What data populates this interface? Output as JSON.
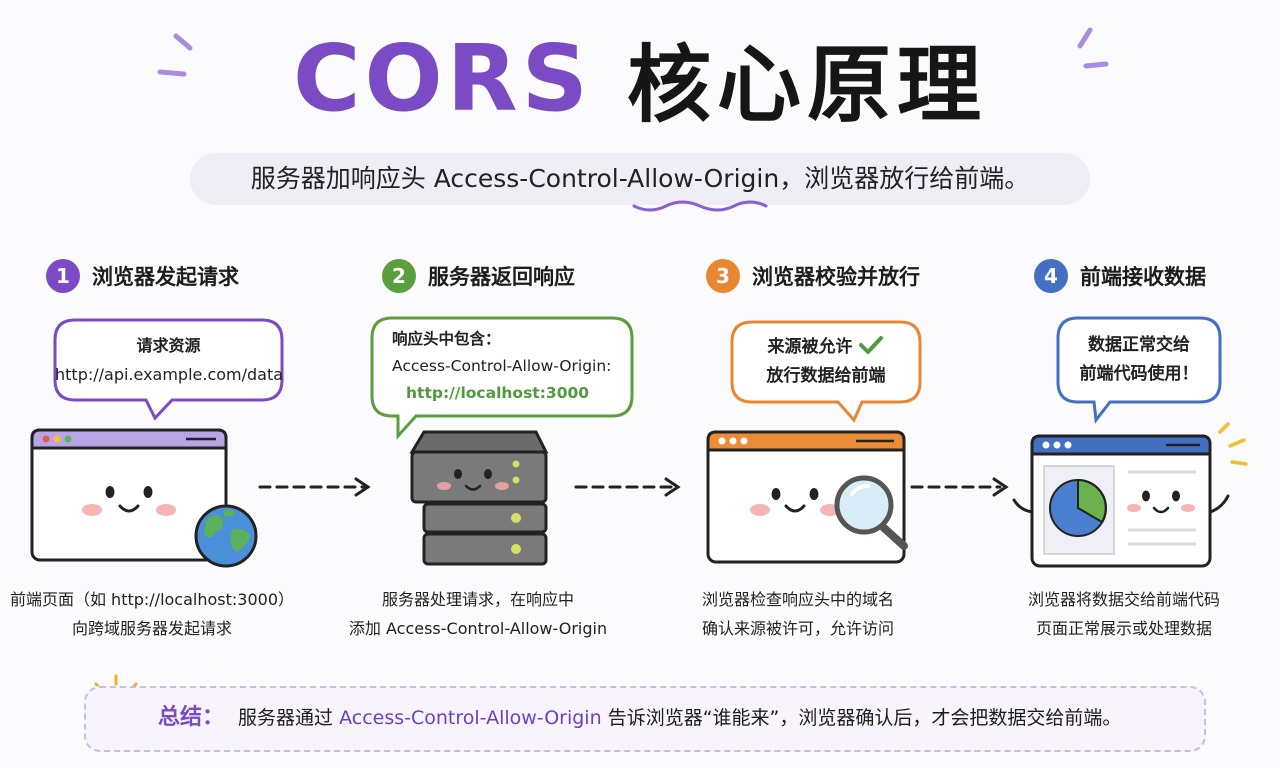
{
  "title": {
    "main": "CORS",
    "cn": "核心原理"
  },
  "subtitle": "服务器加响应头 Access-Control-Allow-Origin，浏览器放行给前端。",
  "colors": {
    "purple": "#7a4bc4",
    "green": "#5a9e3e",
    "orange": "#e8872f",
    "blue": "#4470c2"
  },
  "steps": [
    {
      "num": "1",
      "label": "浏览器发起请求",
      "bubble": [
        "请求资源",
        "http://api.example.com/data"
      ],
      "caption": [
        "前端页面（如 http://localhost:3000）",
        "向跨域服务器发起请求"
      ]
    },
    {
      "num": "2",
      "label": "服务器返回响应",
      "bubble": [
        "响应头中包含：",
        "Access-Control-Allow-Origin:",
        "http://localhost:3000"
      ],
      "caption": [
        "服务器处理请求，在响应中",
        "添加 Access-Control-Allow-Origin"
      ]
    },
    {
      "num": "3",
      "label": "浏览器校验并放行",
      "bubble": [
        "来源被允许",
        "放行数据给前端"
      ],
      "caption": [
        "浏览器检查响应头中的域名",
        "确认来源被许可，允许访问"
      ]
    },
    {
      "num": "4",
      "label": "前端接收数据",
      "bubble": [
        "数据正常交给",
        "前端代码使用！"
      ],
      "caption": [
        "浏览器将数据交给前端代码",
        "页面正常展示或处理数据"
      ]
    }
  ],
  "summary": {
    "label": "总结：",
    "before": "服务器通过",
    "highlight": "Access-Control-Allow-Origin",
    "after": "告诉浏览器“谁能来”，浏览器确认后，才会把数据交给前端。"
  }
}
